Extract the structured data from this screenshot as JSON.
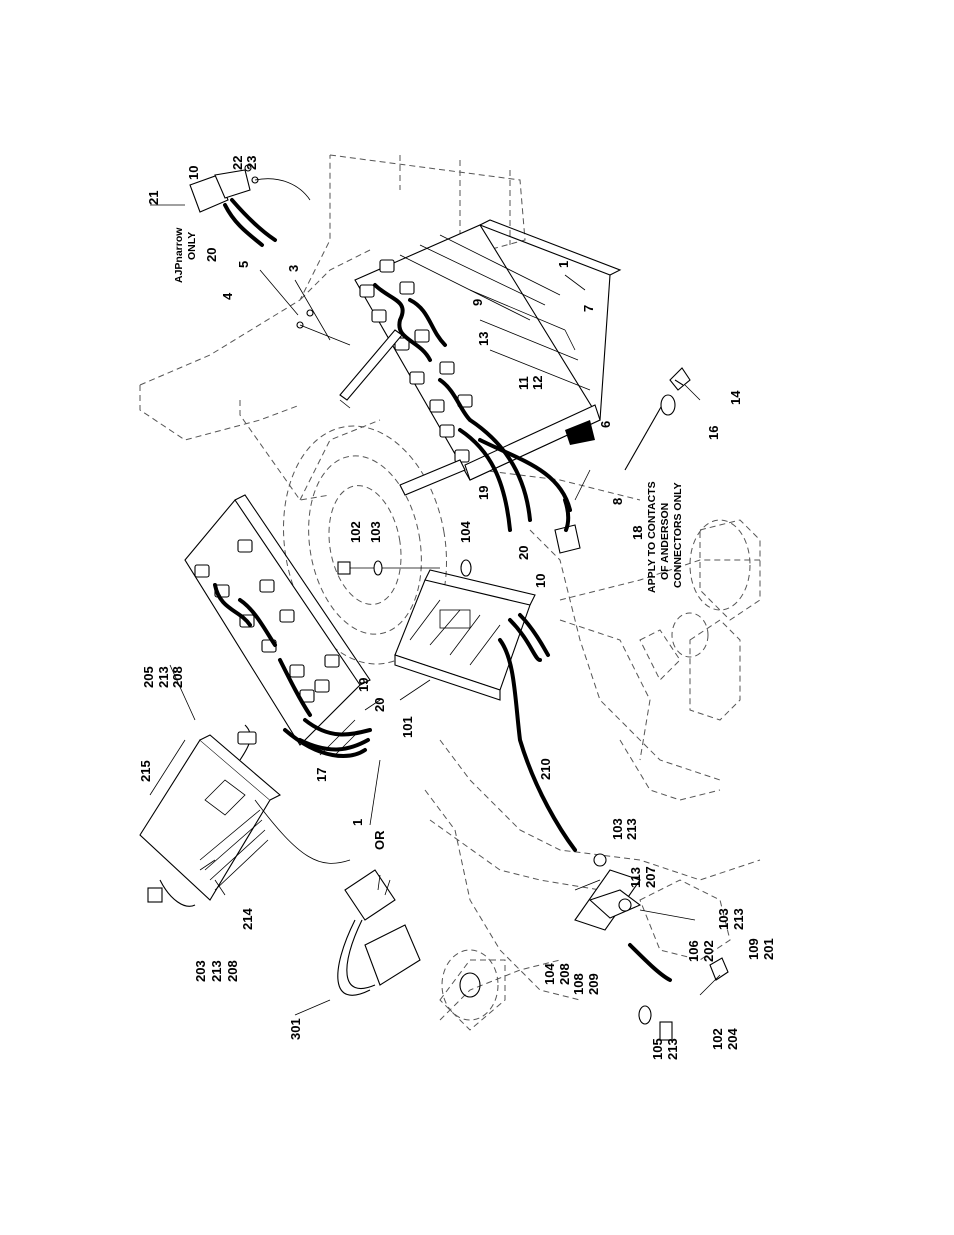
{
  "labels": {
    "l21": "21",
    "l10a": "10",
    "l22": "22",
    "l23": "23",
    "l5": "5",
    "l4": "4",
    "l3": "3",
    "l20a": "20",
    "l1a": "1",
    "l7": "7",
    "l9": "9",
    "l13": "13",
    "l11": "11",
    "l12": "12",
    "l6": "6",
    "l8": "8",
    "l19a": "19",
    "l20b": "20",
    "l10b": "10",
    "l18": "18",
    "l14": "14",
    "l16": "16",
    "l102a": "102",
    "l103a": "103",
    "l104a": "104",
    "l205": "205",
    "l213a": "213",
    "l208a": "208",
    "l215": "215",
    "l19b": "19",
    "l20c": "20",
    "l17": "17",
    "l1b": "1",
    "l101": "101",
    "l210": "210",
    "l214": "214",
    "l203": "203",
    "l213b": "213",
    "l208b": "208",
    "l301": "301",
    "l103b": "103",
    "l213c": "213",
    "l113": "113",
    "l207": "207",
    "l103c": "103",
    "l213d": "213",
    "l106": "106",
    "l202": "202",
    "l104b": "104",
    "l208c": "208",
    "l108": "108",
    "l209": "209",
    "l109": "109",
    "l201": "201",
    "l105": "105",
    "l213e": "213",
    "l102b": "102",
    "l204": "204"
  },
  "notes": {
    "ajp_line1": "AJPnarrow",
    "ajp_line2": "ONLY",
    "apply_line1": "APPLY TO CONTACTS",
    "apply_line2": "OF ANDERSON",
    "apply_line3": "CONNECTORS ONLY",
    "or_text": "OR"
  }
}
